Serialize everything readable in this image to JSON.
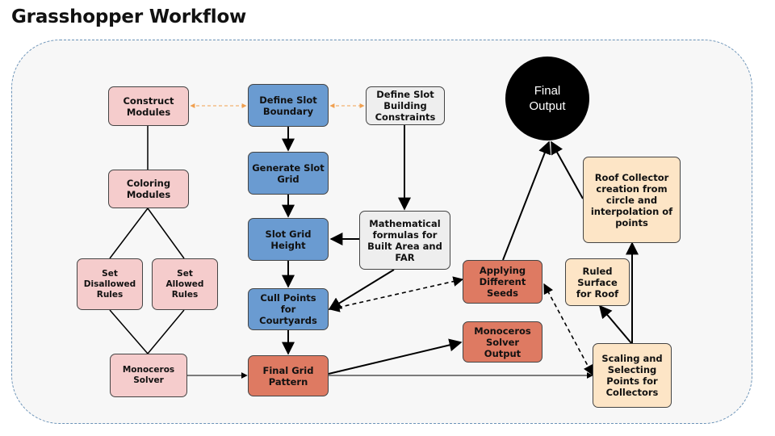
{
  "title": "Grasshopper Workflow",
  "nodes": {
    "construct_modules": "Construct\nModules",
    "coloring_modules": "Coloring\nModules",
    "set_disallowed_rules": "Set\nDisallowed\nRules",
    "set_allowed_rules": "Set\nAllowed\nRules",
    "monoceros_solver": "Monoceros\nSolver",
    "define_slot_boundary": "Define Slot\nBoundary",
    "generate_slot_grid": "Generate Slot\nGrid",
    "slot_grid_height": "Slot Grid\nHeight",
    "cull_points": "Cull Points\nfor\nCourtyards",
    "final_grid_pattern": "Final Grid\nPattern",
    "define_slot_constraints": "Define Slot\nBuilding\nConstraints",
    "math_formulas": "Mathematical\nformulas for\nBuilt Area and\nFAR",
    "applying_seeds": "Applying\nDifferent\nSeeds",
    "monoceros_output": "Monoceros\nSolver\nOutput",
    "final_output": "Final\nOutput",
    "roof_collector": "Roof Collector\ncreation from\ncircle and\ninterpolation of\npoints",
    "ruled_surface": "Ruled\nSurface\nfor Roof",
    "scaling_selecting": "Scaling and\nSelecting\nPoints for\nCollectors"
  },
  "colors": {
    "pink": "#f5cccc",
    "blue": "#6a9bd1",
    "grey": "#eeeeee",
    "orange": "#de7a62",
    "cream": "#fde5c6",
    "frame_border": "#6b93b8",
    "dashed_link": "#f0a050"
  }
}
